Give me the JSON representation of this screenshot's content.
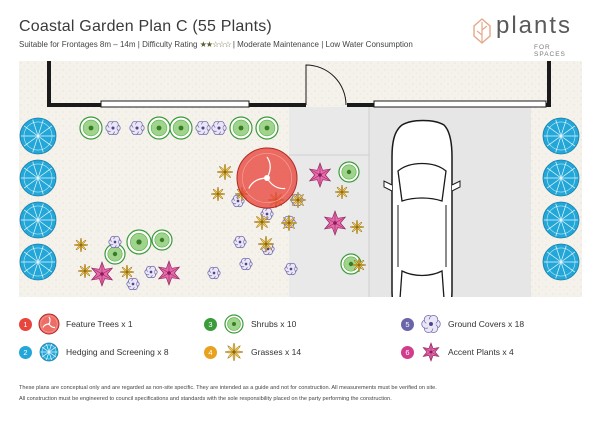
{
  "title": "Coastal Garden Plan C (55 Plants)",
  "subtitle": {
    "suitable": "Suitable for Frontages 8m – 14m",
    "difficulty_label": "Difficulty Rating",
    "difficulty_stars_filled": 2,
    "difficulty_stars_total": 5,
    "maintenance": "Moderate Maintenance",
    "water": "Low Water Consumption"
  },
  "logo": {
    "word": "plants",
    "sub": "FOR SPACES"
  },
  "colors": {
    "tree": "#e8453c",
    "hedge": "#22a7d8",
    "shrub": "#3a9b3a",
    "grass": "#e8a21f",
    "ground": "#6a64a8",
    "accent": "#d23c8c",
    "garden_bed": "#f4f0ea",
    "driveway": "#e9e9e9"
  },
  "legend": [
    {
      "number": "1",
      "label": "Feature Trees x 1",
      "icon": "feature-tree-icon",
      "color": "#e8453c"
    },
    {
      "number": "2",
      "label": "Hedging and Screening x 8",
      "icon": "hedge-icon",
      "color": "#22a7d8"
    },
    {
      "number": "3",
      "label": "Shrubs x 10",
      "icon": "shrub-icon",
      "color": "#3a9b3a"
    },
    {
      "number": "4",
      "label": "Grasses x 14",
      "icon": "grass-icon",
      "color": "#e8a21f"
    },
    {
      "number": "5",
      "label": "Ground Covers x 18",
      "icon": "ground-cover-icon",
      "color": "#6a64a8"
    },
    {
      "number": "6",
      "label": "Accent Plants x 4",
      "icon": "accent-plant-icon",
      "color": "#d23c8c"
    }
  ],
  "disclaimer": [
    "These plans are conceptual only and are regarded as non-site specific. They are intended as a guide and not for construction. All measurements must be verified on site.",
    "All construction must be engineered to council specifications and standards with the sole responsibility placed on the party performing the construction."
  ]
}
